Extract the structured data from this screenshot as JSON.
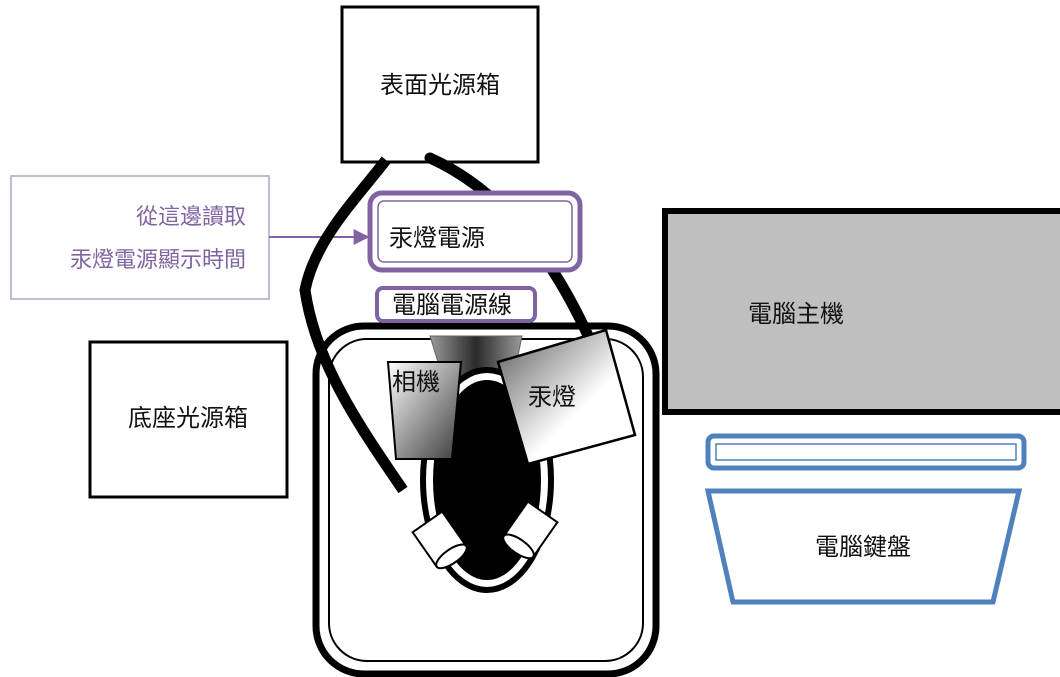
{
  "labels": {
    "surface_light_box": "表面光源箱",
    "base_light_box": "底座光源箱",
    "uv_lamp_power": "汞燈電源",
    "pc_power_cable": "電腦電源線",
    "camera": "相機",
    "uv_lamp": "汞燈",
    "pc_host": "電腦主機",
    "pc_keyboard": "電腦鍵盤"
  },
  "callout": {
    "line1": "從這邊讀取",
    "line2": "汞燈電源顯示時間"
  },
  "colors": {
    "purple": "#8064A2",
    "blue": "#4F81BD",
    "pc_fill": "#BFBFBF",
    "callout_border": "#B3A2C7"
  }
}
